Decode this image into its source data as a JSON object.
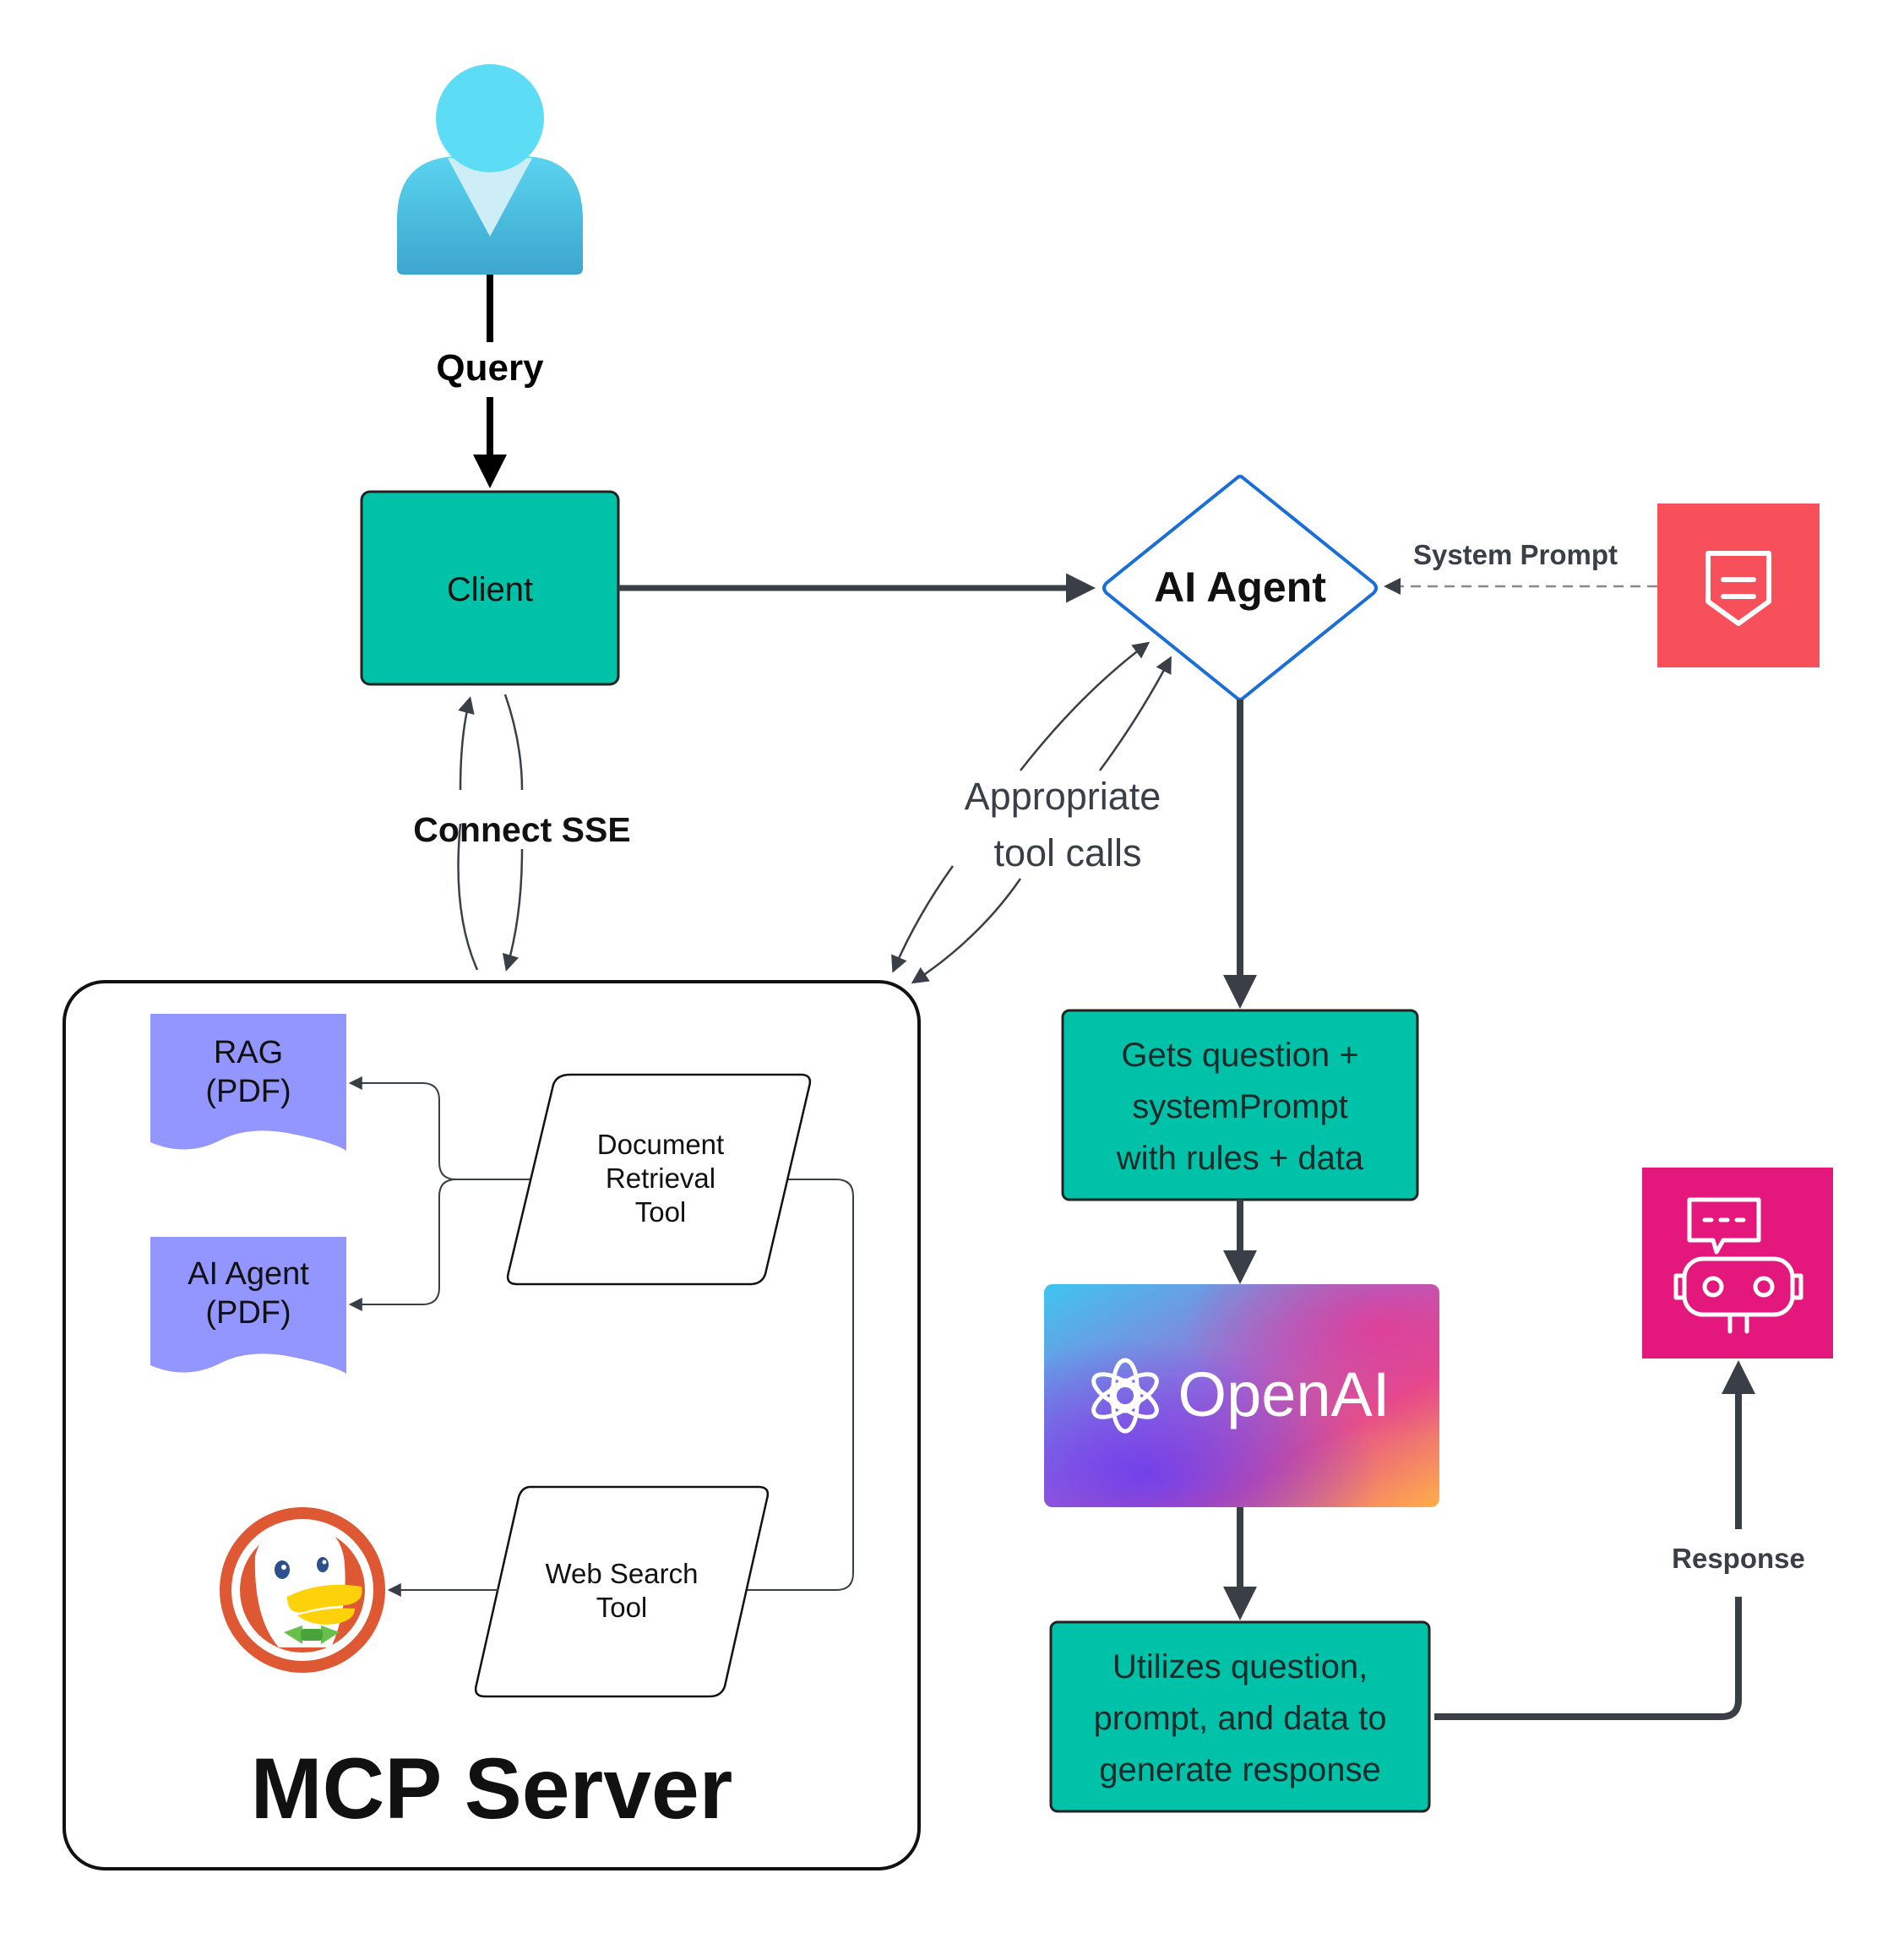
{
  "nodes": {
    "user": {
      "label": ""
    },
    "client": {
      "label": "Client"
    },
    "ai_agent": {
      "label": "AI Agent"
    },
    "mcp_server": {
      "label": "MCP Server"
    },
    "rag_pdf": {
      "line1": "RAG",
      "line2": "(PDF)"
    },
    "ai_agent_pdf": {
      "line1": "AI Agent",
      "line2": "(PDF)"
    },
    "document_tool": {
      "line1": "Document",
      "line2": "Retrieval",
      "line3": "Tool"
    },
    "web_search_tool": {
      "line1": "Web Search",
      "line2": "Tool"
    },
    "gets_question": {
      "line1": "Gets question +",
      "line2": "systemPrompt",
      "line3": "with rules + data"
    },
    "openai": {
      "label": "OpenAI"
    },
    "utilizes": {
      "line1": "Utilizes question,",
      "line2": "prompt, and data to",
      "line3": "generate response"
    }
  },
  "edges": {
    "query": "Query",
    "connect_sse": "Connect SSE",
    "tool_calls_line1": "Appropriate",
    "tool_calls_line2": "tool calls",
    "system_prompt": "System Prompt",
    "response": "Response"
  },
  "colors": {
    "teal": "#00C2A8",
    "dark_line": "#3a3f47",
    "diamond_border": "#1a6ed8",
    "doc_purple": "#9496ff",
    "red_block": "#f7505a",
    "pink_block": "#e3177c",
    "user_head": "#5ddcf6",
    "user_body": "#4ab8d6"
  },
  "icons": {
    "user": "user-person-icon",
    "system_prompt": "shield-document-icon",
    "response": "chatbot-robot-icon",
    "duckduckgo": "duckduckgo-logo",
    "openai": "openai-logo"
  }
}
